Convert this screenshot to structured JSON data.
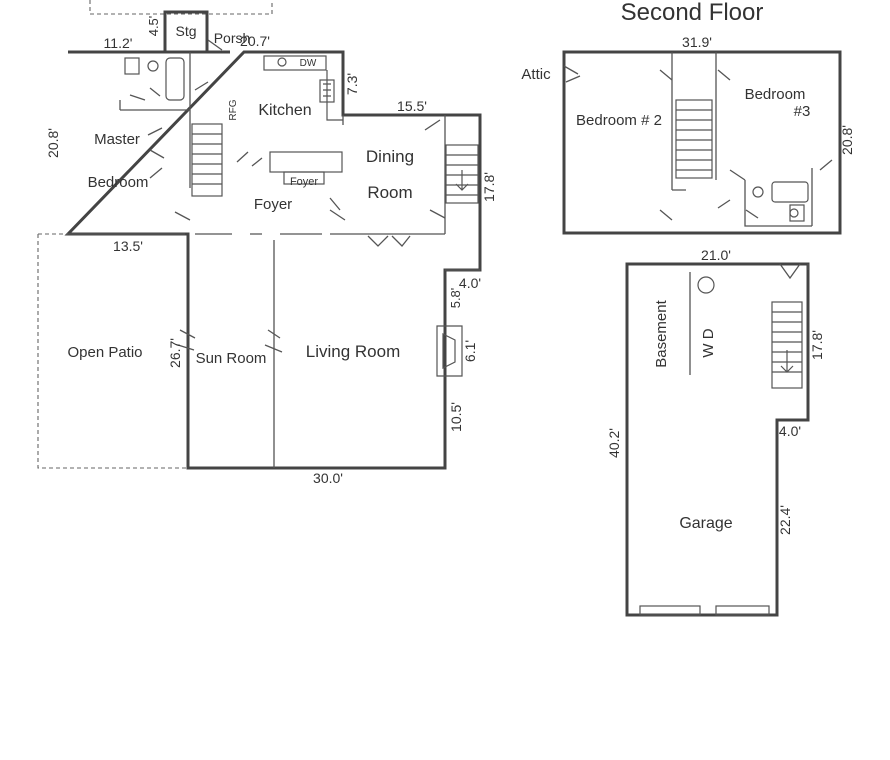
{
  "floors": {
    "second_floor_title": "Second Floor"
  },
  "rooms": {
    "storage": "Stg",
    "porch": "Porsh",
    "kitchen": "Kitchen",
    "refrigerator": "RFG",
    "dishwasher": "DW",
    "master_line1": "Master",
    "master_line2": "Bedroom",
    "foyer": "Foyer",
    "foyer_closet": "Foyer",
    "dining_line1": "Dining",
    "dining_line2": "Room",
    "open_patio": "Open Patio",
    "sun_room": "Sun Room",
    "living_room": "Living Room",
    "attic": "Attic",
    "bedroom2": "Bedroom # 2",
    "bedroom3_line1": "Bedroom",
    "bedroom3_line2": "#3",
    "basement": "Basement",
    "washer_dryer": "W  D",
    "garage": "Garage"
  },
  "dimensions": {
    "d_11_2": "11.2'",
    "d_4_5": "4.5'",
    "d_20_7": "20.7'",
    "d_7_3": "7.3'",
    "d_15_5": "15.5'",
    "d_20_8_left": "20.8'",
    "d_17_8_first": "17.8'",
    "d_13_5": "13.5'",
    "d_4_0_first": "4.0'",
    "d_5_8": "5.8'",
    "d_26_7": "26.7'",
    "d_6_1": "6.1'",
    "d_10_5": "10.5'",
    "d_30_0": "30.0'",
    "d_31_9": "31.9'",
    "d_20_8_right": "20.8'",
    "d_21_0": "21.0'",
    "d_17_8_basement": "17.8'",
    "d_40_2": "40.2'",
    "d_4_0_garage": "4.0'",
    "d_22_4": "22.4'"
  }
}
